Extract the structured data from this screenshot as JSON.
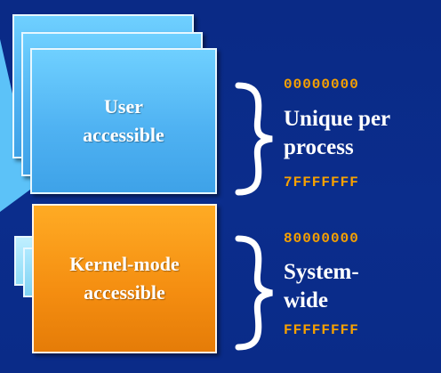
{
  "user_region": {
    "box_label_line1": "User",
    "box_label_line2": "accessible",
    "start_address": "00000000",
    "end_address": "7FFFFFFF",
    "description_line1": "Unique per",
    "description_line2": "process"
  },
  "kernel_region": {
    "box_label_line1": "Kernel-mode",
    "box_label_line2": "accessible",
    "start_address": "80000000",
    "end_address": "FFFFFFFF",
    "description_line1": "System-",
    "description_line2": "wide"
  },
  "colors": {
    "background": "#0b2d8c",
    "user_box": "#4fb2f2",
    "kernel_box": "#f48d10",
    "address_text": "#f7a100",
    "text": "#ffffff"
  }
}
